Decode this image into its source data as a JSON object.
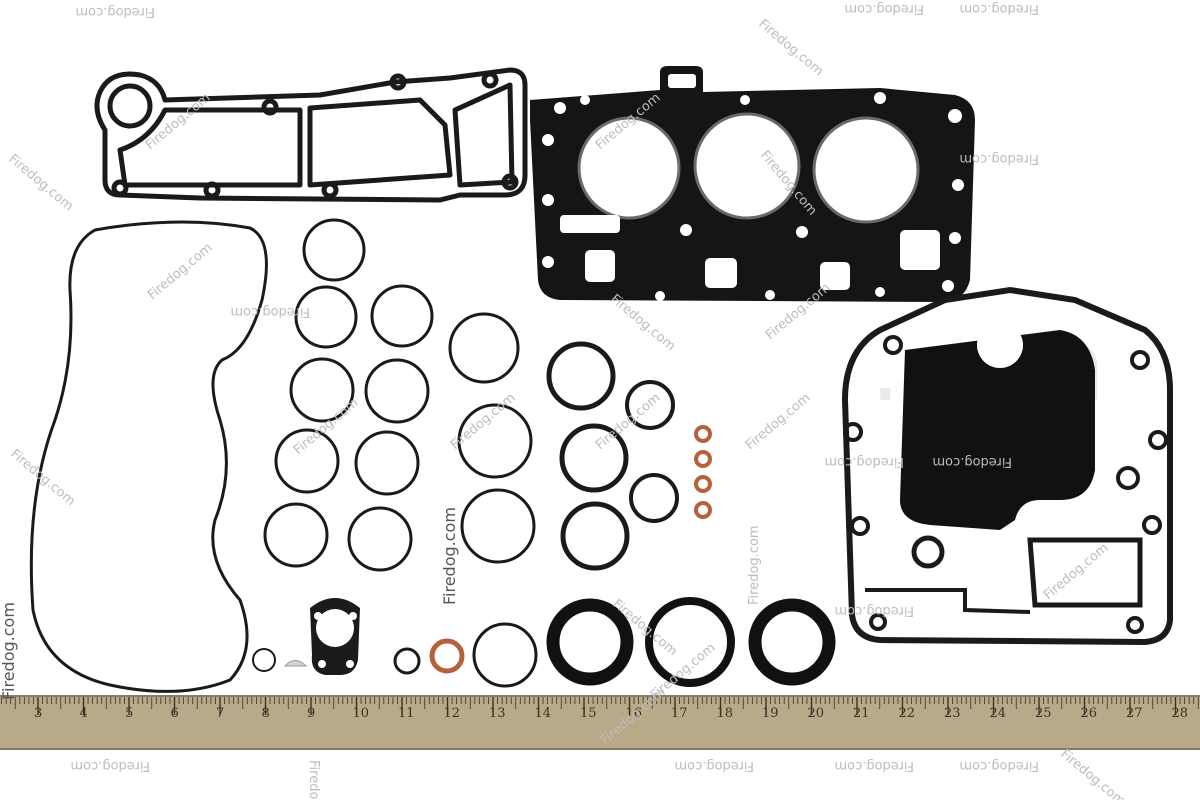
{
  "watermark": {
    "text": "Firedog.com",
    "big_text": ".com"
  },
  "ruler": {
    "numbers": [
      "3",
      "4",
      "5",
      "6",
      "7",
      "8",
      "9",
      "10",
      "11",
      "12",
      "13",
      "14",
      "15",
      "16",
      "17",
      "18",
      "19",
      "20",
      "21",
      "22",
      "23",
      "24",
      "25",
      "26",
      "27",
      "28"
    ]
  },
  "colors": {
    "background": "#ffffff",
    "gasket": "#1a1a1a",
    "copper": "#b5623a",
    "ruler_wood": "#b8a988",
    "watermark": "#bcbcbc"
  }
}
